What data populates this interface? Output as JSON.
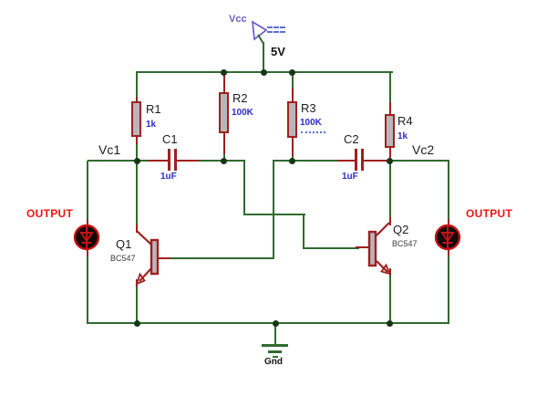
{
  "schematic": {
    "power": {
      "vcc": "Vcc",
      "voltage": "5V",
      "gnd": "Gnd"
    },
    "nets": {
      "vc1": "Vc1",
      "vc2": "Vc2"
    },
    "outputs": {
      "left": "OUTPUT",
      "right": "OUTPUT"
    },
    "components": {
      "r1": {
        "ref": "R1",
        "value": "1k"
      },
      "r2": {
        "ref": "R2",
        "value": "100K"
      },
      "r3": {
        "ref": "R3",
        "value": "100K"
      },
      "r4": {
        "ref": "R4",
        "value": "1k"
      },
      "c1": {
        "ref": "C1",
        "value": "1uF"
      },
      "c2": {
        "ref": "C2",
        "value": "1uF"
      },
      "q1": {
        "ref": "Q1",
        "part": "BC547"
      },
      "q2": {
        "ref": "Q2",
        "part": "BC547"
      },
      "d1": {
        "type": "led"
      },
      "d2": {
        "type": "led"
      }
    },
    "colors": {
      "wire": "#2f6b2f",
      "component_outline": "#9e2121",
      "value_text": "#2c2cc4",
      "output_text": "#f01414",
      "vcc_symbol": "#6a5acd"
    }
  }
}
